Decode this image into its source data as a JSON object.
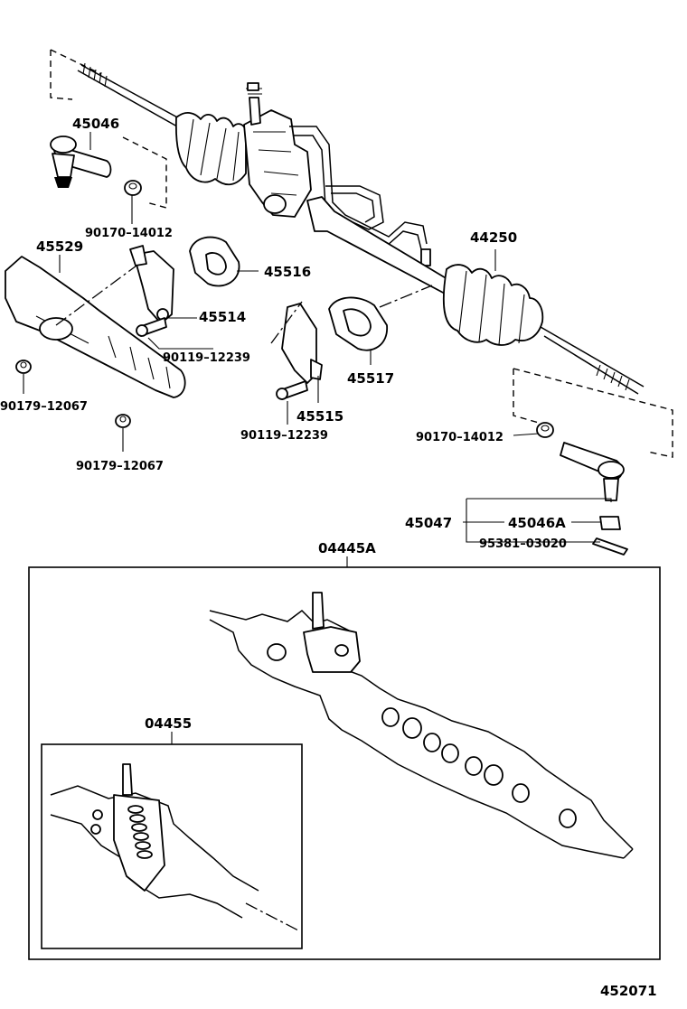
{
  "diagram": {
    "figure_number": "452071",
    "parts": {
      "p45046": "45046",
      "p90170_a": "90170–14012",
      "p45529": "45529",
      "p45516": "45516",
      "p45514": "45514",
      "p90119_a": "90119–12239",
      "p90179_a": "90179–12067",
      "p90179_b": "90179–12067",
      "p45515": "45515",
      "p90119_b": "90119–12239",
      "p45517": "45517",
      "p44250": "44250",
      "p90170_b": "90170–14012",
      "p45047": "45047",
      "p45046A": "45046A",
      "p95381": "95381–03020",
      "p04445A": "04445A",
      "p04455": "04455"
    }
  }
}
